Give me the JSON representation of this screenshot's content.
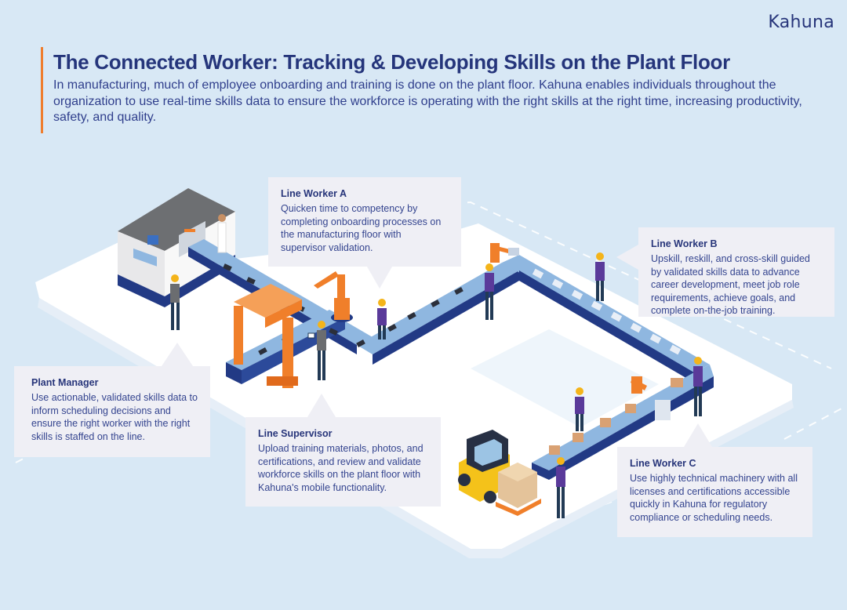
{
  "brand": {
    "logo_text": "Kahuna"
  },
  "header": {
    "title": "The Connected Worker: Tracking & Developing Skills on the Plant Floor",
    "intro": "In manufacturing, much of employee onboarding and training is done on the plant floor. Kahuna enables individuals throughout the organization to use real-time skills data to ensure the workforce is operating with the right skills at the right time, increasing productivity, safety, and quality."
  },
  "colors": {
    "background": "#d8e8f5",
    "accent_bar": "#ef7d2d",
    "title_text": "#25357b",
    "callout_bg": "#efeff5",
    "floor": "#ffffff",
    "conveyor_top": "#8fb7e0",
    "conveyor_side": "#223a85",
    "robot_orange": "#f07f2a",
    "vest_purple": "#5a3a9a",
    "hardhat_yellow": "#f4b41a"
  },
  "callouts": {
    "line_worker_a": {
      "title": "Line Worker A",
      "body": "Quicken time to competency by completing onboarding processes on the manufacturing floor with supervisor validation."
    },
    "line_worker_b": {
      "title": "Line Worker B",
      "body": "Upskill, reskill, and cross-skill guided by validated skills data to advance career development, meet job role requirements, achieve goals, and complete on-the-job training."
    },
    "plant_manager": {
      "title": "Plant Manager",
      "body": "Use actionable, validated skills data to inform scheduling decisions and ensure the right worker with the right skills is staffed on the line."
    },
    "line_supervisor": {
      "title": "Line Supervisor",
      "body": "Upload training materials, photos, and certifications, and review and validate workforce skills on the plant floor with Kahuna's mobile functionality."
    },
    "line_worker_c": {
      "title": "Line Worker C",
      "body": "Use highly technical machinery with all licenses and certifications accessible quickly in Kahuna for regulatory compliance or scheduling needs."
    }
  },
  "illustration": {
    "elements": [
      "cnc-machine",
      "conveyor-belt",
      "robot-arm",
      "gantry-frame",
      "forklift",
      "pallet-boxes",
      "workers",
      "scientist"
    ]
  }
}
